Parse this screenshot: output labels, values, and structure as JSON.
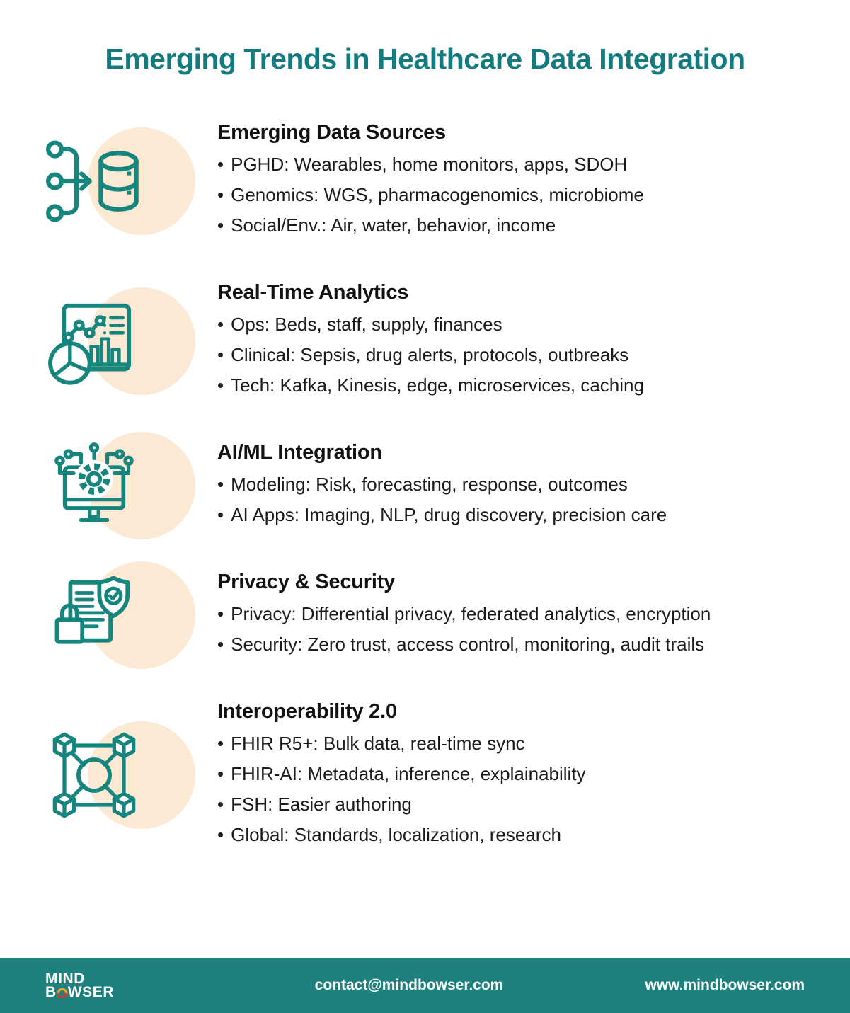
{
  "page": {
    "title": "Emerging Trends in Healthcare Data Integration"
  },
  "colors": {
    "accent_teal": "#137B80",
    "icon_teal": "#16857D",
    "peach_circle": "#FBE9D3",
    "footer_background": "#1E817E",
    "logo_swirl_orange": "#F59B31",
    "logo_swirl_red": "#CB3837",
    "body_text": "#1B1B1B"
  },
  "sections": [
    {
      "icon": "data-sources-icon",
      "heading": "Emerging Data Sources",
      "bullets": [
        "PGHD: Wearables, home monitors, apps, SDOH",
        "Genomics: WGS, pharmacogenomics, microbiome",
        "Social/Env.: Air, water, behavior, income"
      ]
    },
    {
      "icon": "analytics-icon",
      "heading": "Real-Time Analytics",
      "bullets": [
        "Ops: Beds, staff, supply, finances",
        "Clinical: Sepsis, drug alerts, protocols, outbreaks",
        "Tech: Kafka, Kinesis, edge, microservices, caching"
      ]
    },
    {
      "icon": "ai-ml-icon",
      "heading": "AI/ML Integration",
      "bullets": [
        "Modeling: Risk, forecasting, response, outcomes",
        "AI Apps: Imaging, NLP, drug discovery, precision care"
      ]
    },
    {
      "icon": "privacy-security-icon",
      "heading": "Privacy & Security",
      "bullets": [
        "Privacy: Differential privacy, federated analytics, encryption",
        "Security: Zero trust, access control, monitoring, audit trails"
      ]
    },
    {
      "icon": "interoperability-icon",
      "heading": "Interoperability 2.0",
      "bullets": [
        "FHIR R5+: Bulk data, real-time sync",
        "FHIR-AI: Metadata, inference, explainability",
        "FSH: Easier authoring",
        "Global: Standards, localization, research"
      ]
    }
  ],
  "footer": {
    "logo_line1": "MIND",
    "logo_line2_prefix": "B",
    "logo_line2_suffix": "WSER",
    "email": "contact@mindbowser.com",
    "website": "www.mindbowser.com"
  }
}
